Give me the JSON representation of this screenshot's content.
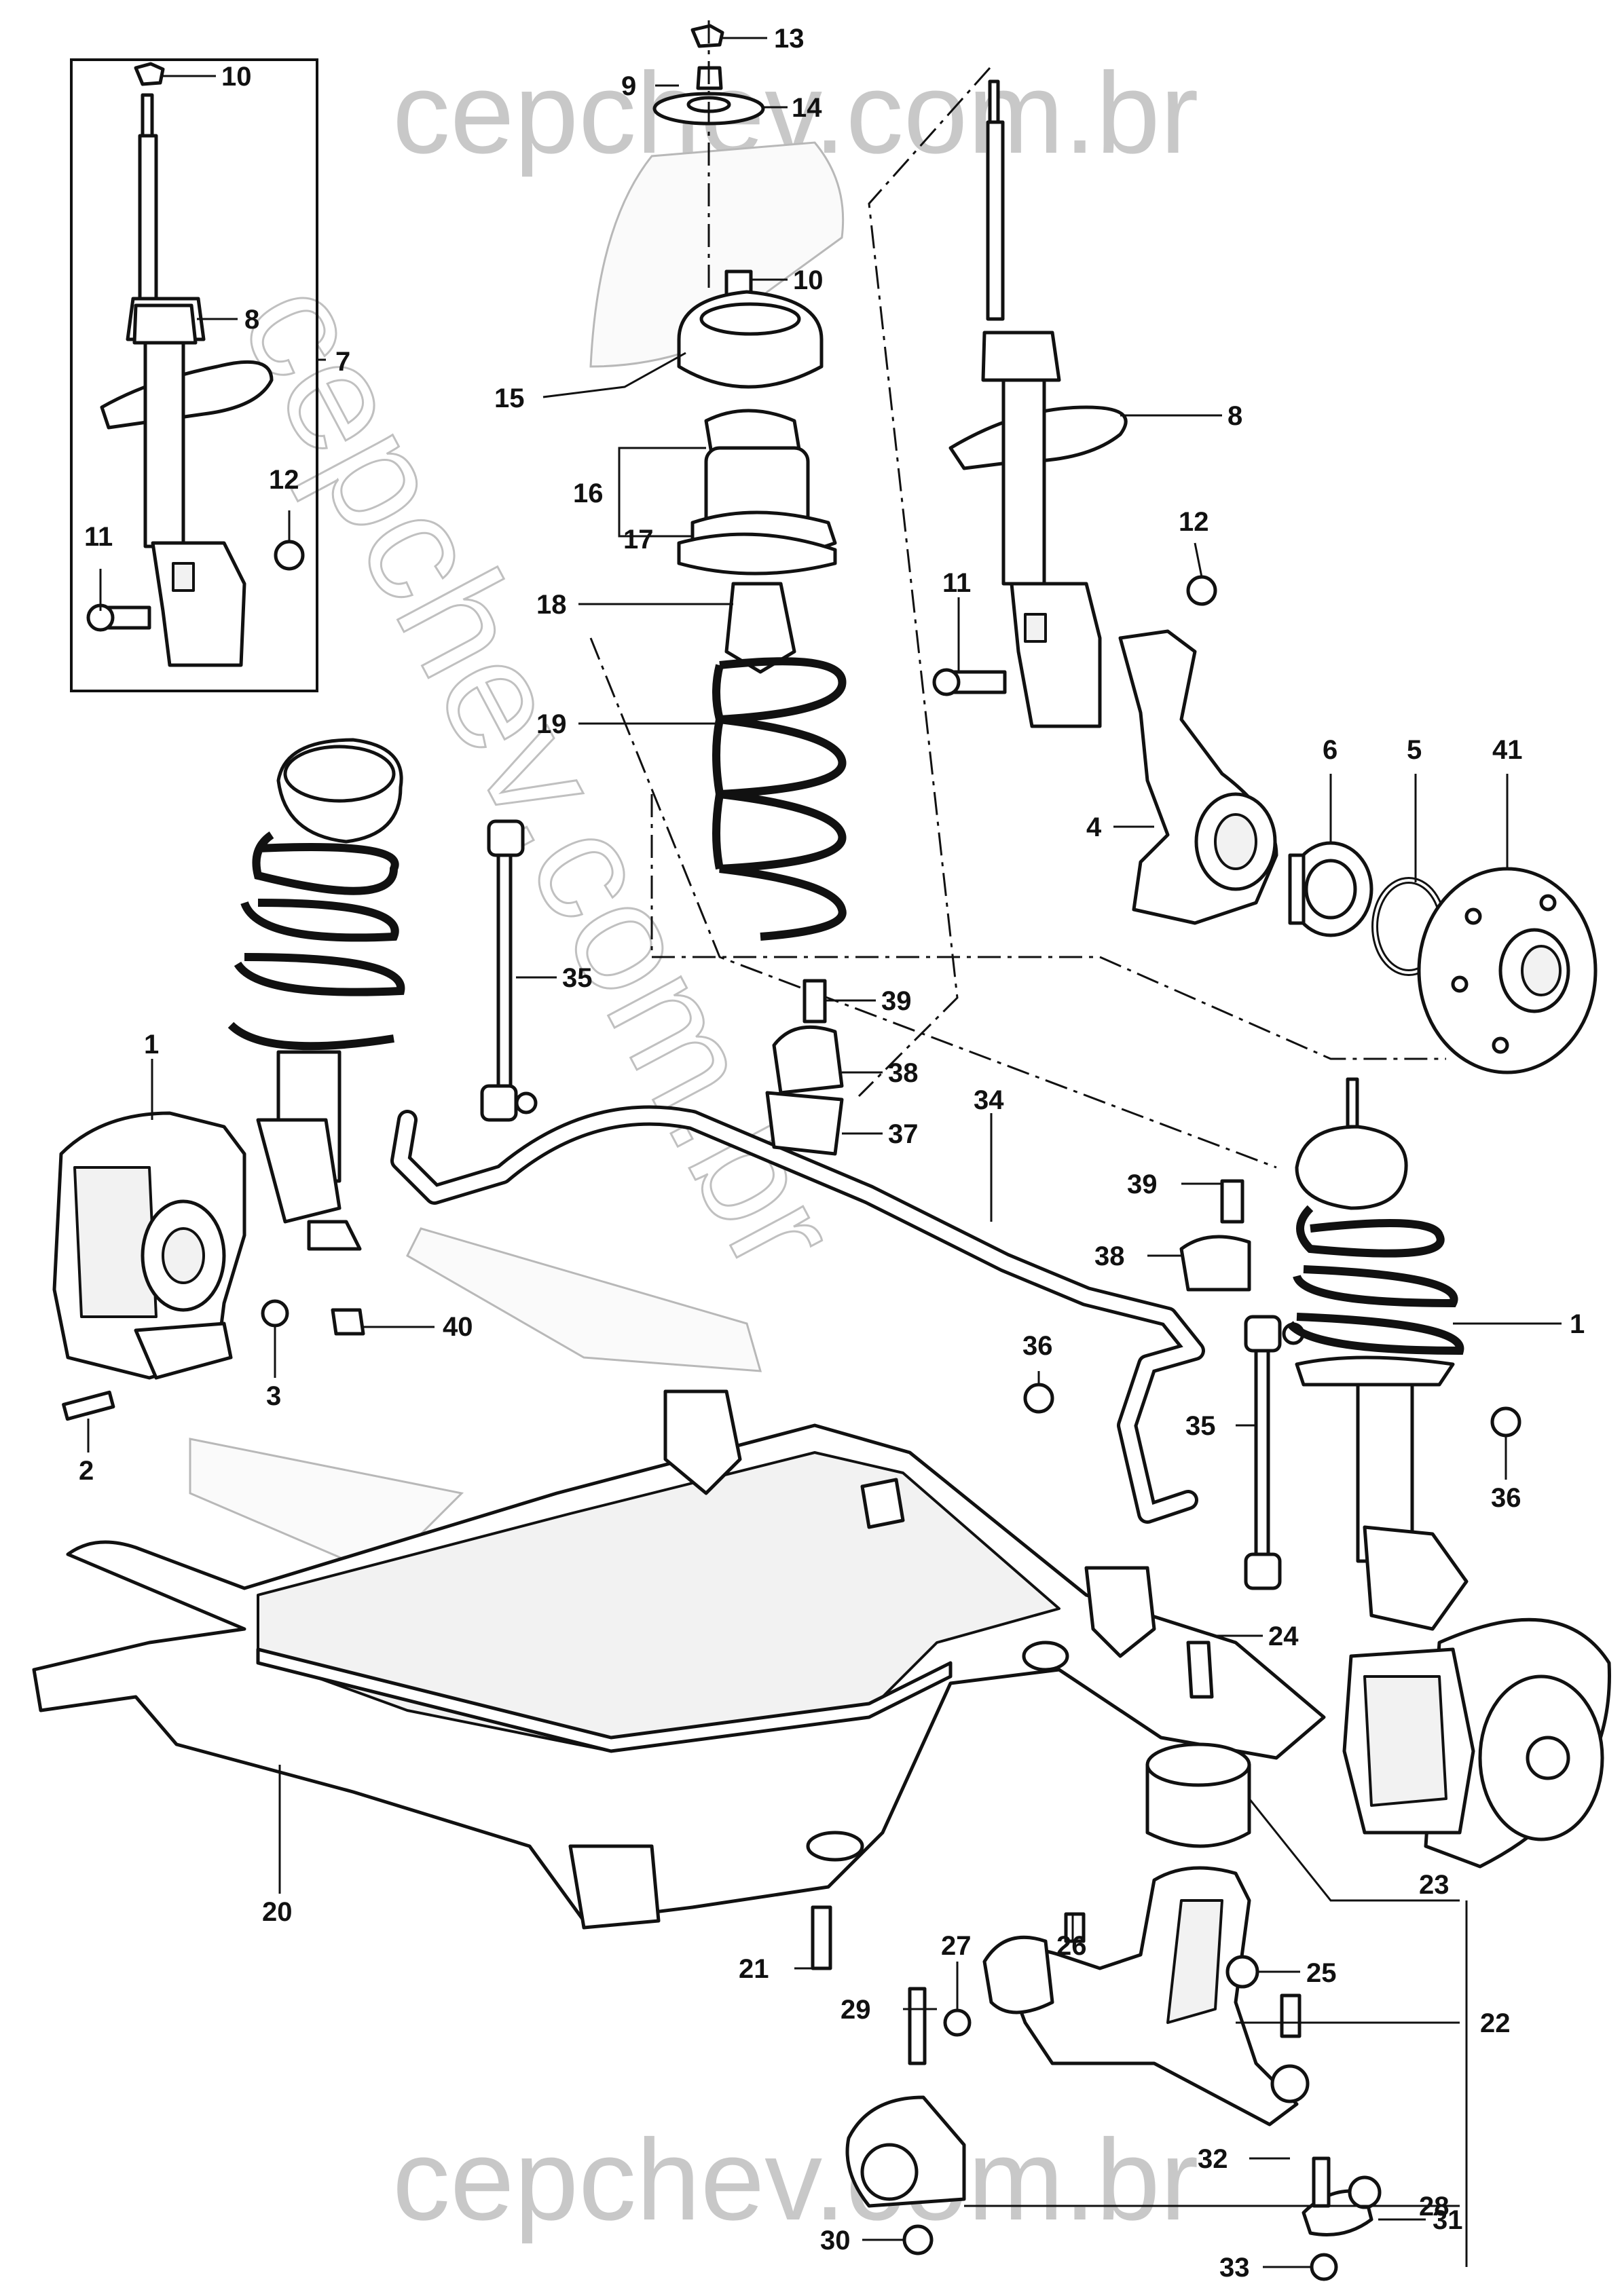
{
  "watermark": {
    "top": "cepchev.com.br",
    "bottom": "cepchev.com.br",
    "diagonal": "cepchev.com.br"
  },
  "callouts": [
    {
      "id": "c10a",
      "text": "10"
    },
    {
      "id": "c8a",
      "text": "8"
    },
    {
      "id": "c7",
      "text": "7"
    },
    {
      "id": "c12a",
      "text": "12"
    },
    {
      "id": "c11a",
      "text": "11"
    },
    {
      "id": "c13",
      "text": "13"
    },
    {
      "id": "c9",
      "text": "9"
    },
    {
      "id": "c14",
      "text": "14"
    },
    {
      "id": "c10b",
      "text": "10"
    },
    {
      "id": "c15",
      "text": "15"
    },
    {
      "id": "c16",
      "text": "16"
    },
    {
      "id": "c17",
      "text": "17"
    },
    {
      "id": "c18",
      "text": "18"
    },
    {
      "id": "c19",
      "text": "19"
    },
    {
      "id": "c8b",
      "text": "8"
    },
    {
      "id": "c12b",
      "text": "12"
    },
    {
      "id": "c11b",
      "text": "11"
    },
    {
      "id": "c6",
      "text": "6"
    },
    {
      "id": "c5",
      "text": "5"
    },
    {
      "id": "c41",
      "text": "41"
    },
    {
      "id": "c4",
      "text": "4"
    },
    {
      "id": "c35a",
      "text": "35"
    },
    {
      "id": "c1a",
      "text": "1"
    },
    {
      "id": "c39a",
      "text": "39"
    },
    {
      "id": "c38a",
      "text": "38"
    },
    {
      "id": "c37",
      "text": "37"
    },
    {
      "id": "c34",
      "text": "34"
    },
    {
      "id": "c39b",
      "text": "39"
    },
    {
      "id": "c38b",
      "text": "38"
    },
    {
      "id": "c40",
      "text": "40"
    },
    {
      "id": "c3",
      "text": "3"
    },
    {
      "id": "c2",
      "text": "2"
    },
    {
      "id": "c36a",
      "text": "36"
    },
    {
      "id": "c1b",
      "text": "1"
    },
    {
      "id": "c35b",
      "text": "35"
    },
    {
      "id": "c36b",
      "text": "36"
    },
    {
      "id": "c24",
      "text": "24"
    },
    {
      "id": "c20",
      "text": "20"
    },
    {
      "id": "c23",
      "text": "23"
    },
    {
      "id": "c27",
      "text": "27"
    },
    {
      "id": "c26",
      "text": "26"
    },
    {
      "id": "c25",
      "text": "25"
    },
    {
      "id": "c21",
      "text": "21"
    },
    {
      "id": "c29",
      "text": "29"
    },
    {
      "id": "c22",
      "text": "22"
    },
    {
      "id": "c28",
      "text": "28"
    },
    {
      "id": "c32",
      "text": "32"
    },
    {
      "id": "c30",
      "text": "30"
    },
    {
      "id": "c31",
      "text": "31"
    },
    {
      "id": "c33",
      "text": "33"
    }
  ]
}
